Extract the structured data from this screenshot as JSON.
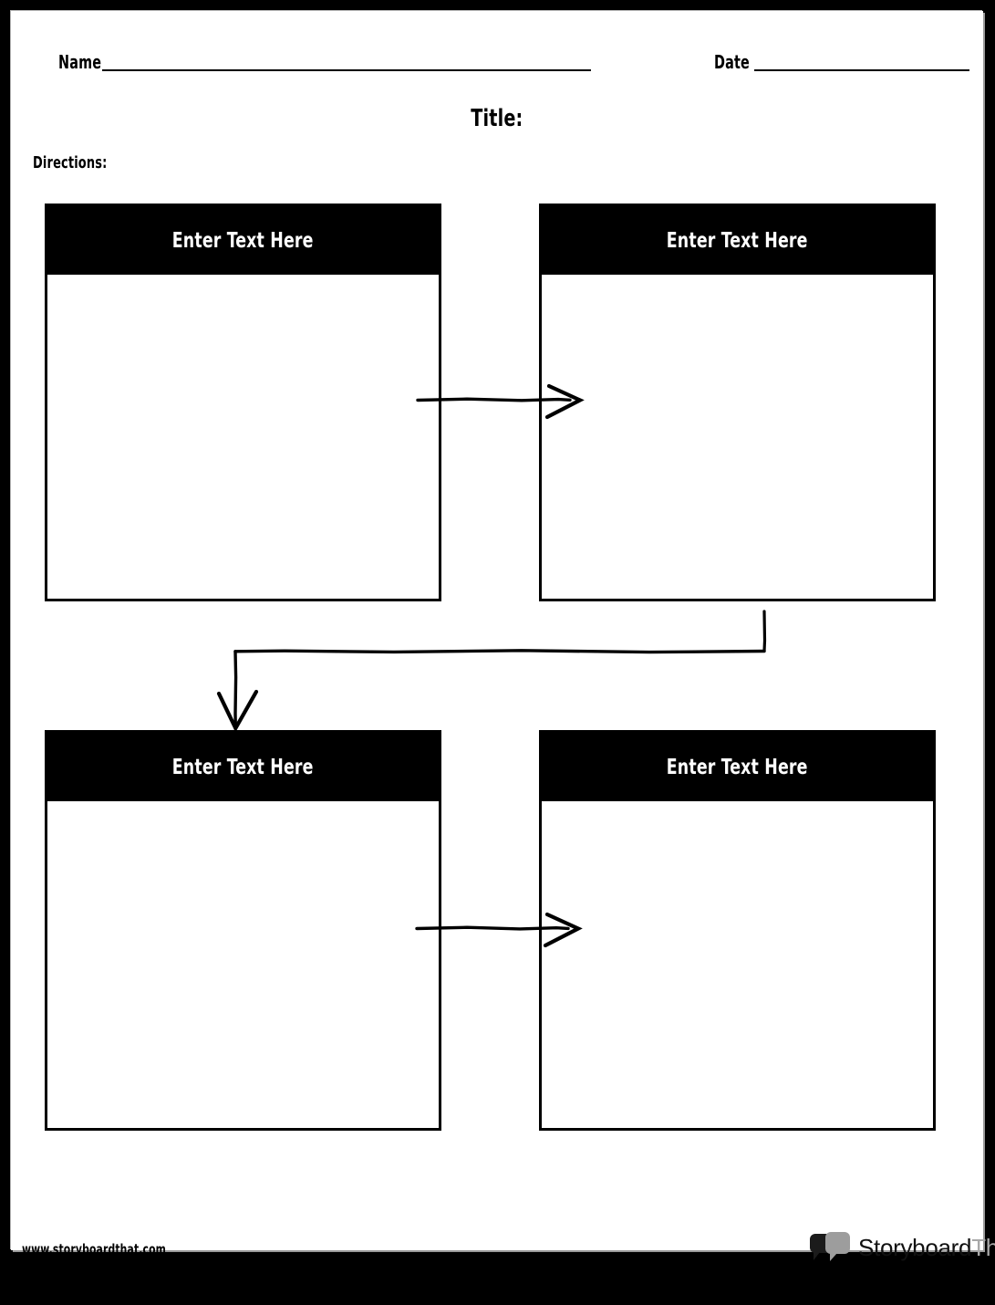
{
  "header": {
    "name_label": "Name",
    "date_label": "Date"
  },
  "title": {
    "text": "Title:"
  },
  "directions": {
    "label": "Directions:"
  },
  "boxes": [
    {
      "id": "top-left",
      "header": "Enter Text Here",
      "body": ""
    },
    {
      "id": "top-right",
      "header": "Enter Text Here",
      "body": ""
    },
    {
      "id": "bottom-left",
      "header": "Enter Text Here",
      "body": ""
    },
    {
      "id": "bottom-right",
      "header": "Enter Text Here",
      "body": ""
    }
  ],
  "connectors": [
    {
      "name": "arrow-top-left-to-top-right",
      "type": "straight-right"
    },
    {
      "name": "arrow-top-right-to-bottom-left",
      "type": "elbow-down-left"
    },
    {
      "name": "arrow-bottom-left-to-bottom-right",
      "type": "straight-right"
    }
  ],
  "footer": {
    "url": "www.storyboardthat.com",
    "brand_first": "Storyboard",
    "brand_second": "That"
  },
  "colors": {
    "page_border": "#000000",
    "page_background": "#ffffff",
    "box_header_background": "#000000",
    "box_header_text": "#ffffff",
    "ink": "#000000",
    "brand_gray": "#a8a8a8"
  }
}
